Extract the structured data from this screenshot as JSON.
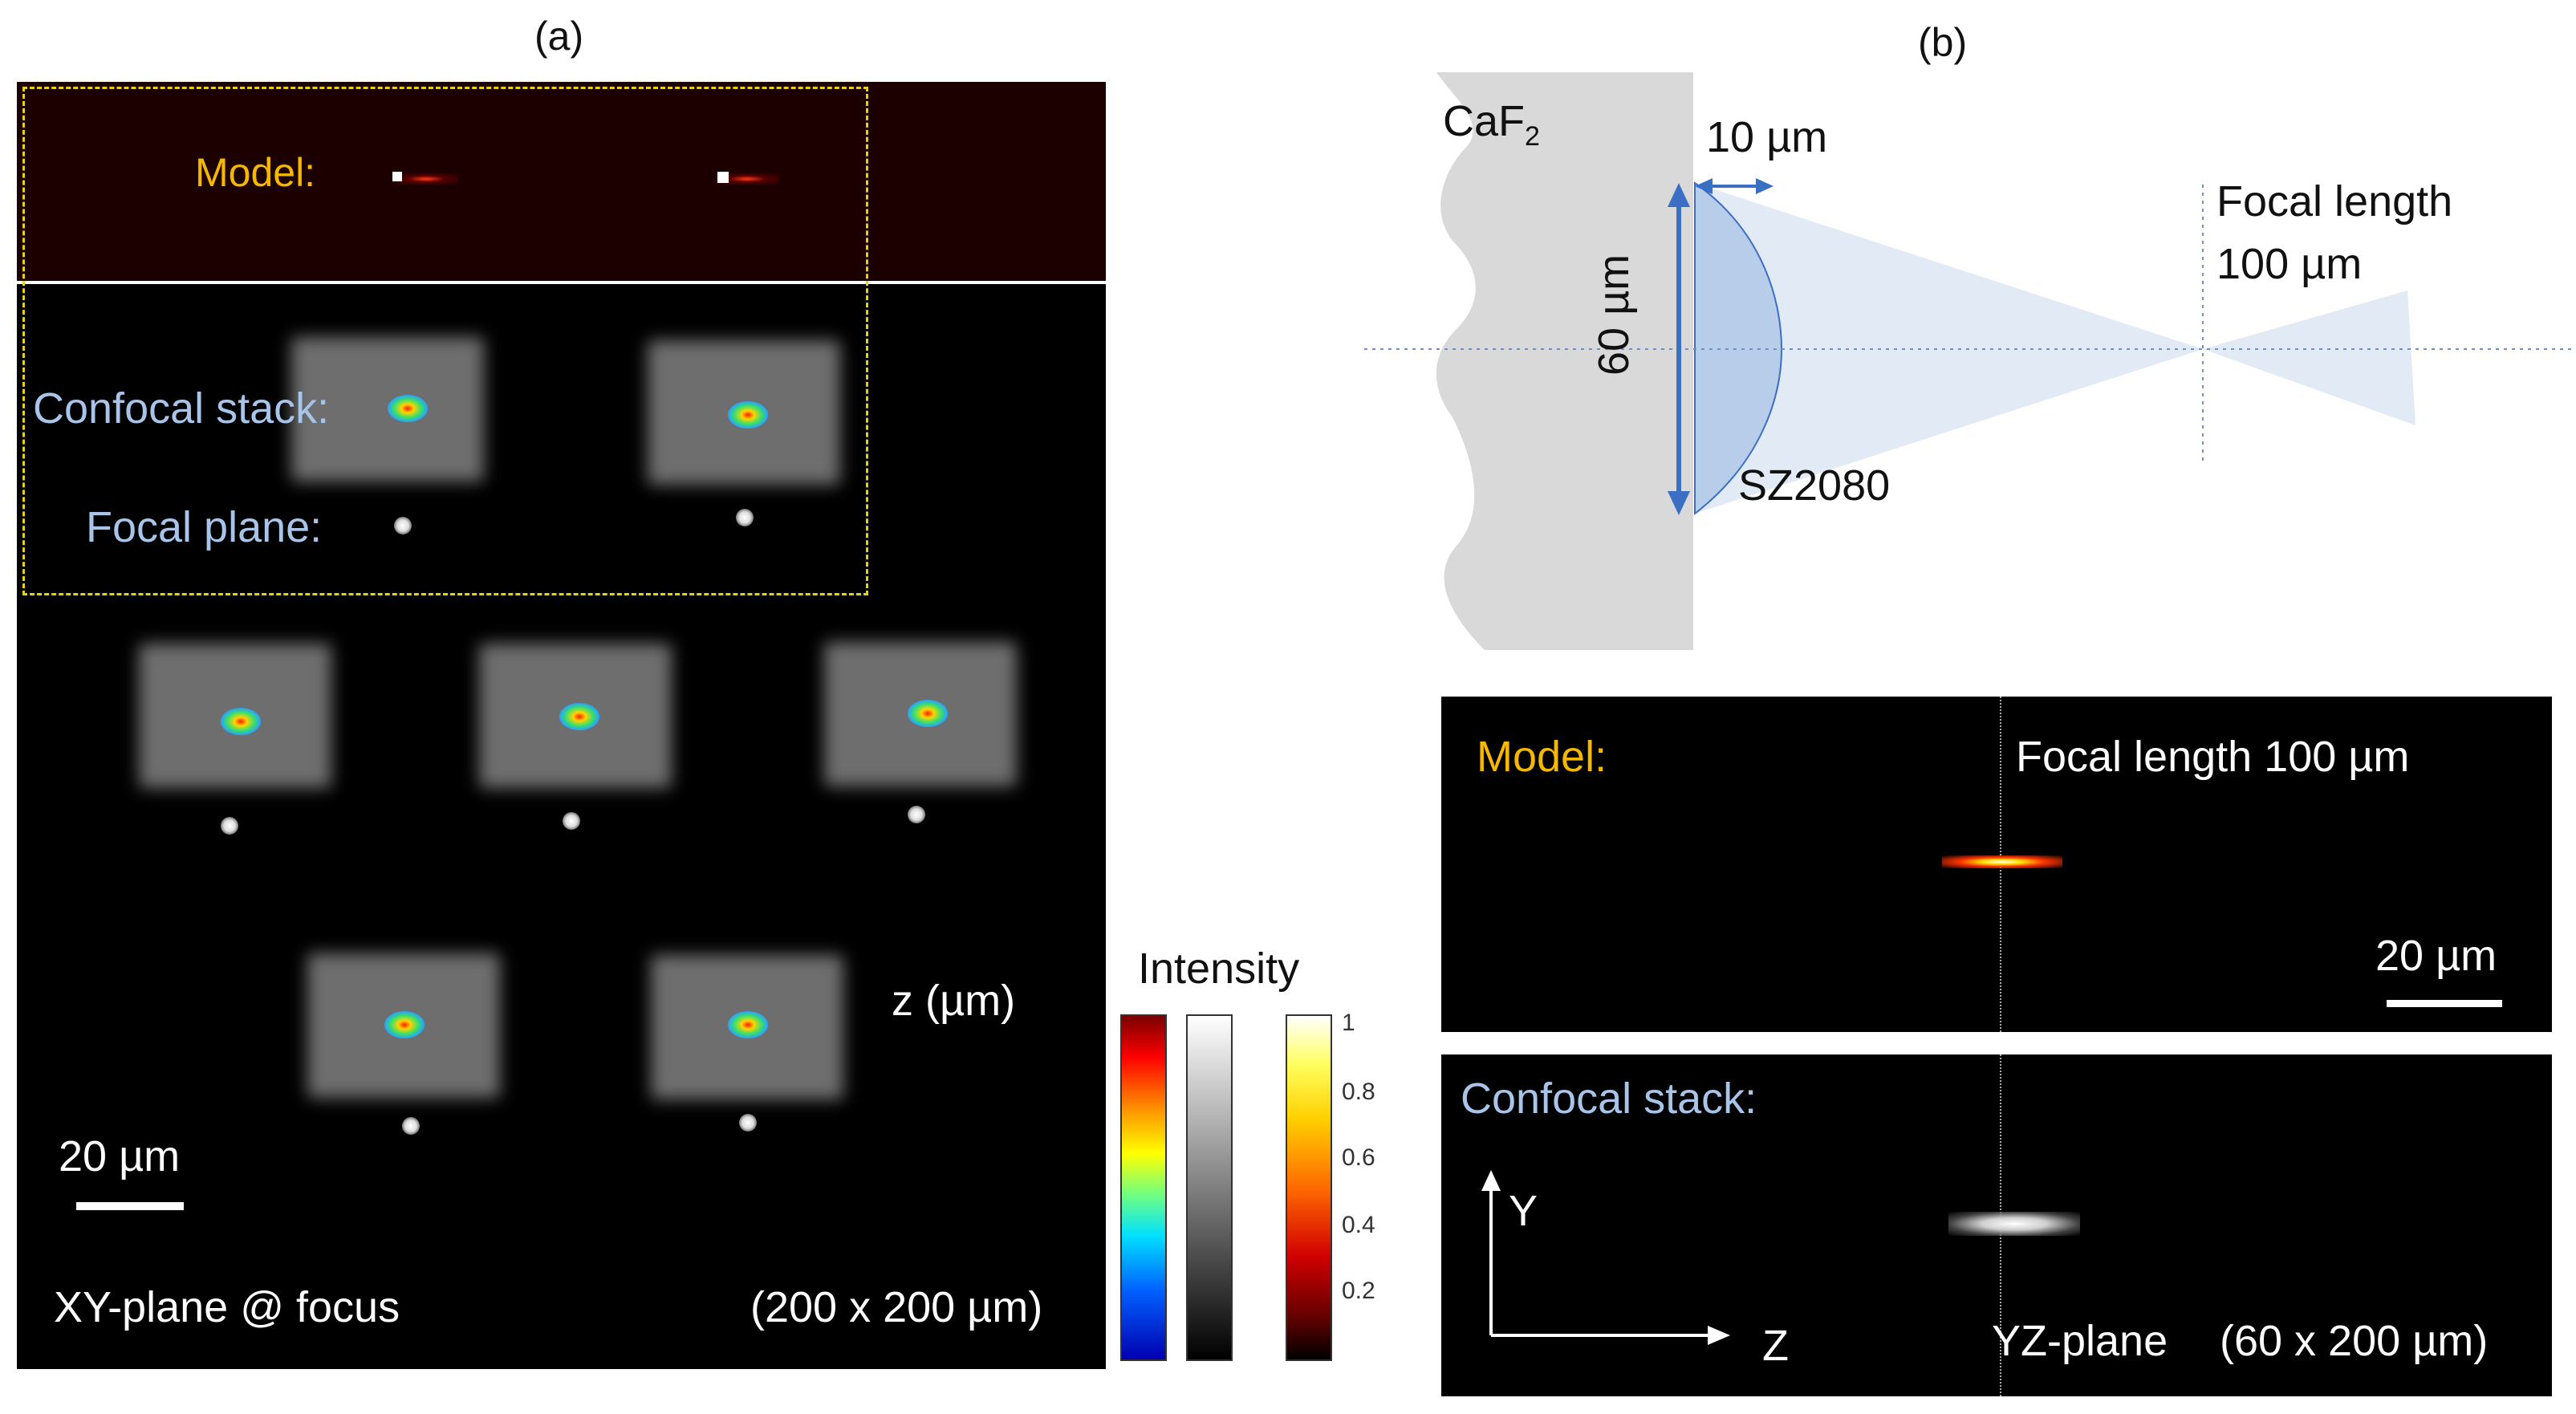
{
  "panel_a": {
    "letter": "(a)",
    "model_label": "Model:",
    "confocal_label": "Confocal stack:",
    "focal_plane_label": "Focal plane:",
    "z_label": "z (µm)",
    "scalebar_label": "20 µm",
    "plane_label": "XY-plane @ focus",
    "size_label": "(200 x 200 µm)"
  },
  "panel_b": {
    "letter": "(b)",
    "material_label": "CaF",
    "material_subscript": "2",
    "thickness_label": "10 µm",
    "diameter_label": "60 µm",
    "lens_label": "SZ2080",
    "focal_length_line1": "Focal length",
    "focal_length_line2": "100 µm",
    "model_label": "Model:",
    "model_focal_label": "Focal length 100 µm",
    "scalebar_label": "20 µm",
    "confocal_label": "Confocal stack:",
    "y_axis": "Y",
    "z_axis": "Z",
    "plane_label": "YZ-plane",
    "size_label": "(60 x 200 µm)"
  },
  "colorbar": {
    "title": "Intensity",
    "ticks": [
      "1",
      "0.8",
      "0.6",
      "0.4",
      "0.2"
    ]
  },
  "colors": {
    "model_text": "#f5b800",
    "confocal_text": "#a8c4e8",
    "lens_fill": "#b8cde9",
    "arrow": "#3b6fc4",
    "dashed_box": "#e6d21a"
  }
}
